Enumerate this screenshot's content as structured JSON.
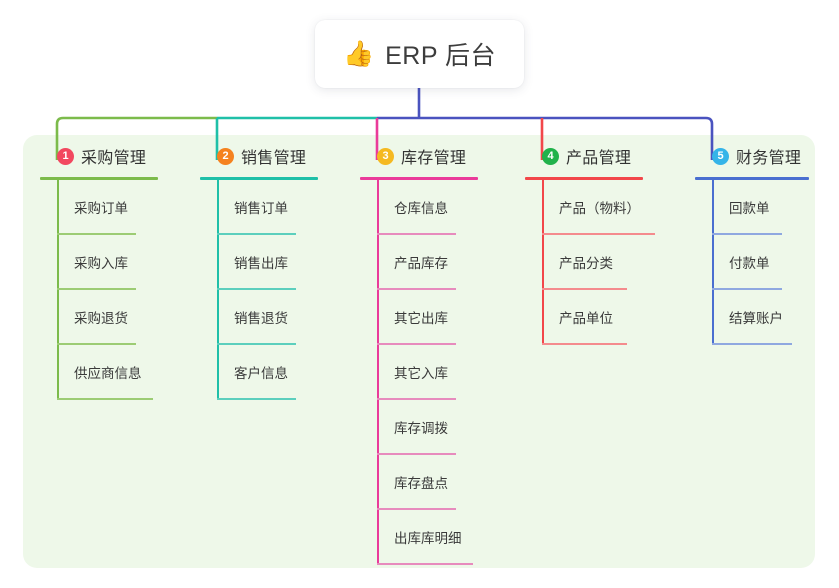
{
  "title": {
    "icon": "thumbs-up-emoji",
    "emoji": "👍",
    "text": "ERP 后台"
  },
  "theme": {
    "panel_bg": "#eef8e9",
    "page_bg": "#ffffff",
    "title_text": "#3d3d3d",
    "item_text": "#3a3a3a"
  },
  "trunk": {
    "color": "#4a53bf",
    "bus_segments": [
      {
        "color": "#7cbb4b",
        "from": "col1",
        "to": "col2"
      },
      {
        "color": "#1fc0a8",
        "from": "col2",
        "to": "col3"
      },
      {
        "color": "#4a53bf",
        "from": "col3",
        "to": "col5"
      }
    ]
  },
  "columns": [
    {
      "index": "1",
      "badge_number": "1",
      "badge_color": "#f2485f",
      "line_color": "#7cbb4b",
      "rule_color": "#9ccc74",
      "title": "采购管理",
      "head_rule_width": 118,
      "drop_color": "#7cbb4b",
      "items": [
        {
          "label": "采购订单",
          "rule_width": 79
        },
        {
          "label": "采购入库",
          "rule_width": 79
        },
        {
          "label": "采购退货",
          "rule_width": 79
        },
        {
          "label": "供应商信息",
          "rule_width": 96
        }
      ]
    },
    {
      "index": "2",
      "badge_number": "2",
      "badge_color": "#f5821f",
      "line_color": "#1fc0a8",
      "rule_color": "#5ccfbd",
      "title": "销售管理",
      "head_rule_width": 118,
      "drop_color": "#1fc0a8",
      "items": [
        {
          "label": "销售订单",
          "rule_width": 79
        },
        {
          "label": "销售出库",
          "rule_width": 79
        },
        {
          "label": "销售退货",
          "rule_width": 79
        },
        {
          "label": "客户信息",
          "rule_width": 79
        }
      ]
    },
    {
      "index": "3",
      "badge_number": "3",
      "badge_color": "#f5b921",
      "line_color": "#ea3b9a",
      "rule_color": "#e78bbd",
      "title": "库存管理",
      "head_rule_width": 118,
      "drop_color": "#ea3b9a",
      "items": [
        {
          "label": "仓库信息",
          "rule_width": 79
        },
        {
          "label": "产品库存",
          "rule_width": 79
        },
        {
          "label": "其它出库",
          "rule_width": 79
        },
        {
          "label": "其它入库",
          "rule_width": 79
        },
        {
          "label": "库存调拨",
          "rule_width": 79
        },
        {
          "label": "库存盘点",
          "rule_width": 79
        },
        {
          "label": "出库库明细",
          "rule_width": 96
        }
      ]
    },
    {
      "index": "4",
      "badge_number": "4",
      "badge_color": "#21b24b",
      "line_color": "#f2474a",
      "rule_color": "#f48b8d",
      "title": "产品管理",
      "head_rule_width": 118,
      "drop_color": "#f2474a",
      "items": [
        {
          "label": "产品（物料）",
          "rule_width": 113
        },
        {
          "label": "产品分类",
          "rule_width": 85
        },
        {
          "label": "产品单位",
          "rule_width": 85
        }
      ]
    },
    {
      "index": "5",
      "badge_number": "5",
      "badge_color": "#35b4e8",
      "line_color": "#4a6fd0",
      "rule_color": "#8fa8e0",
      "title": "财务管理",
      "head_rule_width": 114,
      "drop_color": "#4a53bf",
      "items": [
        {
          "label": "回款单",
          "rule_width": 70
        },
        {
          "label": "付款单",
          "rule_width": 70
        },
        {
          "label": "结算账户",
          "rule_width": 80
        }
      ]
    }
  ]
}
